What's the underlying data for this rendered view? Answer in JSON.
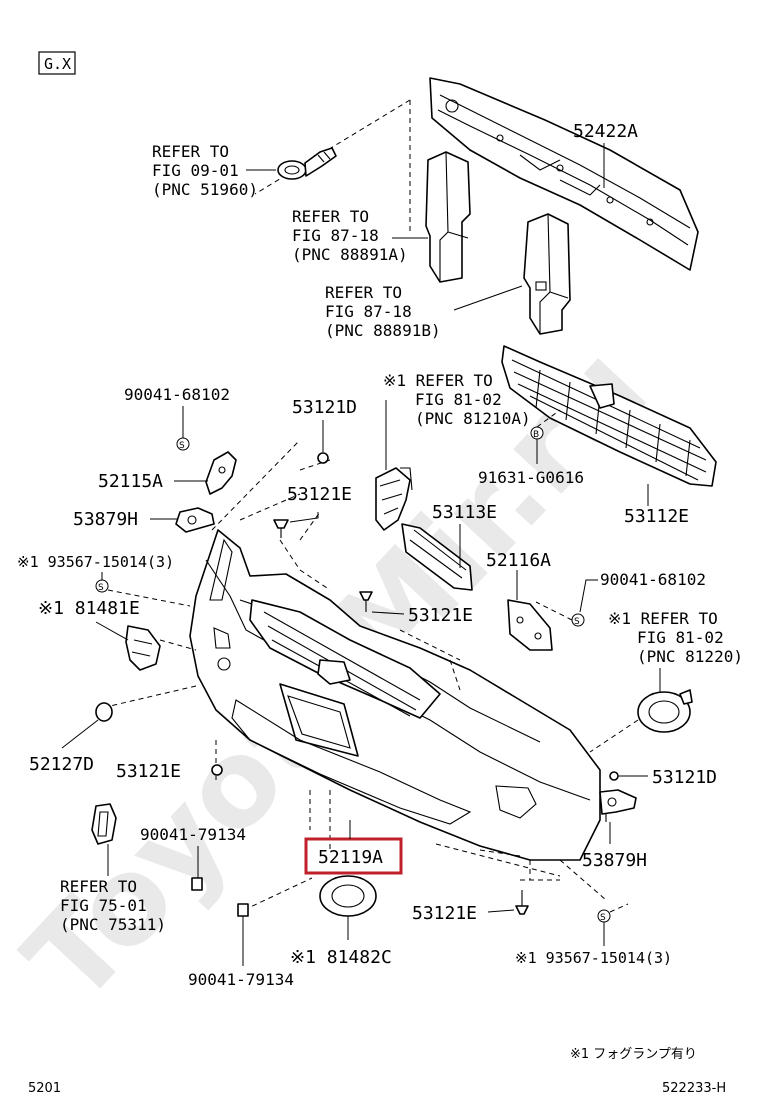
{
  "header": {
    "code": "G.X"
  },
  "watermark": "ToyotaMir.ru",
  "labels": {
    "p52422A": "52422A",
    "ref1_l1": "REFER TO",
    "ref1_l2": "FIG 09-01",
    "ref1_l3": "(PNC 51960)",
    "ref2_l1": "REFER TO",
    "ref2_l2": "FIG 87-18",
    "ref2_l3": "(PNC 88891A)",
    "ref3_l1": "REFER TO",
    "ref3_l2": "FIG 87-18",
    "ref3_l3": "(PNC 88891B)",
    "p90041_68102_a": "90041-68102",
    "p53121D_a": "53121D",
    "ref4_l1": "※1 REFER TO",
    "ref4_l2": "FIG 81-02",
    "ref4_l3": "(PNC 81210A)",
    "p91631": "91631-G0616",
    "p52115A": "52115A",
    "p53121E_a": "53121E",
    "p53113E": "53113E",
    "p53112E": "53112E",
    "p53879H_a": "53879H",
    "p93567_a": "※1 93567-15014(3)",
    "p52116A": "52116A",
    "p90041_68102_b": "90041-68102",
    "p81481E": "※1 81481E",
    "p53121E_b": "53121E",
    "ref5_l1": "※1 REFER TO",
    "ref5_l2": "FIG 81-02",
    "ref5_l3": "(PNC 81220)",
    "p52127D": "52127D",
    "p53121E_c": "53121E",
    "p53121D_b": "53121D",
    "p90041_79134_a": "90041-79134",
    "p52119A": "52119A",
    "p53879H_b": "53879H",
    "ref6_l1": "REFER TO",
    "ref6_l2": "FIG 75-01",
    "ref6_l3": "(PNC 75311)",
    "p53121E_d": "53121E",
    "p81482C": "※1 81482C",
    "p93567_b": "※1 93567-15014(3)",
    "p90041_79134_b": "90041-79134"
  },
  "markers": {
    "s": "S",
    "b": "B"
  },
  "footer": {
    "note": "※1 フォグランプ有り",
    "left_code": "5201",
    "right_code": "522233-H"
  },
  "colors": {
    "highlight": "#c0202a",
    "watermark": "#e9e9e9"
  }
}
